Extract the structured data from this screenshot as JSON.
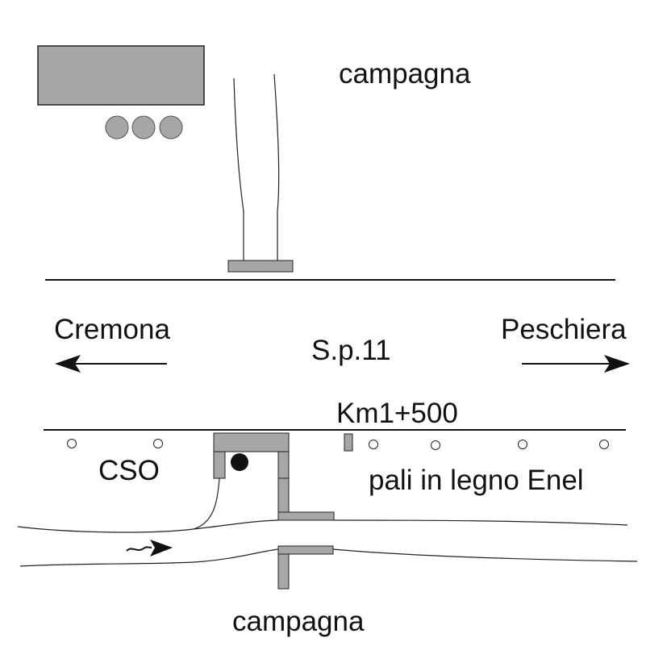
{
  "labels": {
    "campagna_top": "campagna",
    "cremona": "Cremona",
    "road": "S.p.11",
    "peschiera": "Peschiera",
    "km": "Km1+500",
    "cso": "CSO",
    "pali": "pali in legno Enel",
    "campagna_bottom": "campagna"
  },
  "colors": {
    "fill": "#a6a6a6",
    "stroke": "#222222",
    "dark": "#111111"
  },
  "icons": {
    "left_arrow": "arrow-left-icon",
    "right_arrow": "arrow-right-icon",
    "flow": "flow-direction-icon"
  }
}
